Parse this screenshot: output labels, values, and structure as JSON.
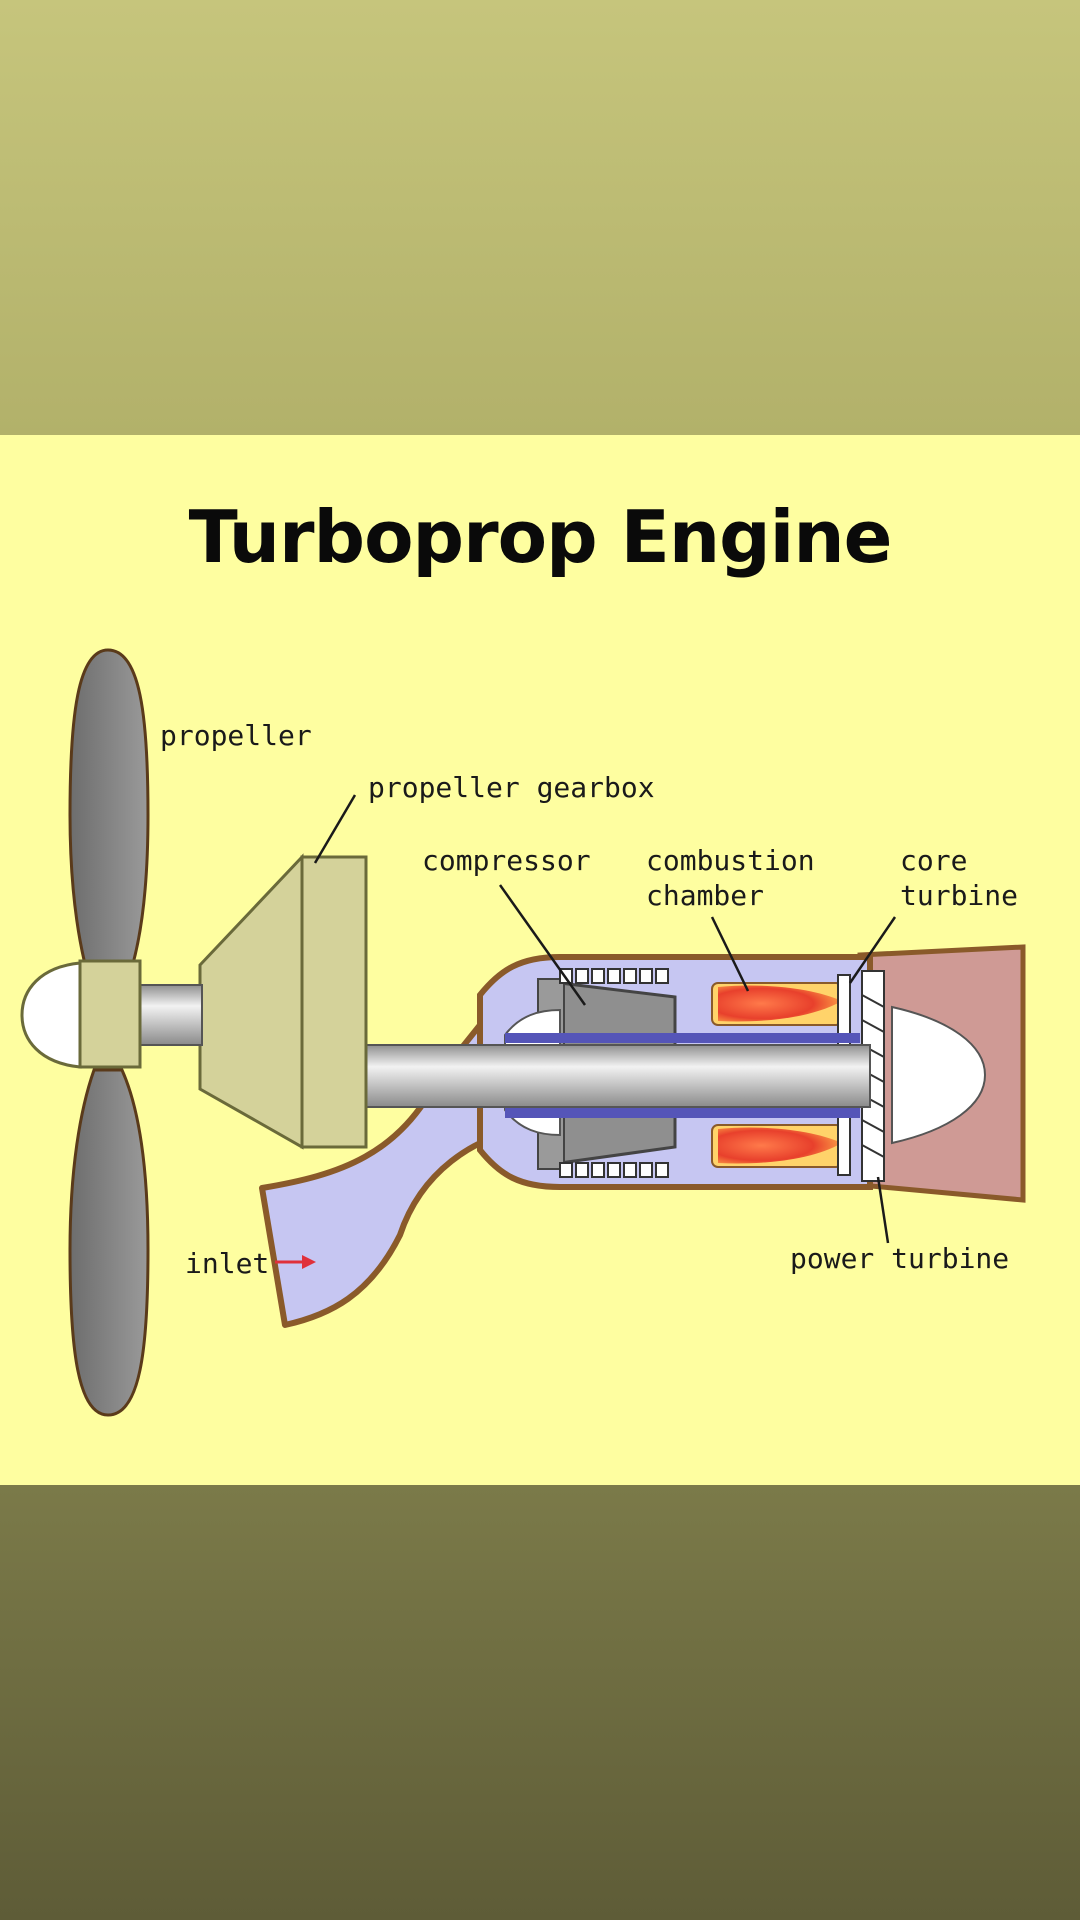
{
  "title": "Turboprop Engine",
  "labels": {
    "propeller": "propeller",
    "propeller_gearbox": "propeller gearbox",
    "compressor": "compressor",
    "combustion_line1": "combustion",
    "combustion_line2": "chamber",
    "core_line1": "core",
    "core_line2": "turbine",
    "inlet": "inlet",
    "power_turbine": "power turbine"
  },
  "colors": {
    "panel": "#fefea0",
    "propeller": "#7a7a7a",
    "gearbox": "#d4d29a",
    "air": "#c6c6f2",
    "exhaust": "#cf9a95",
    "flame": "#e83c28",
    "shaft": "#b9b9b9"
  }
}
